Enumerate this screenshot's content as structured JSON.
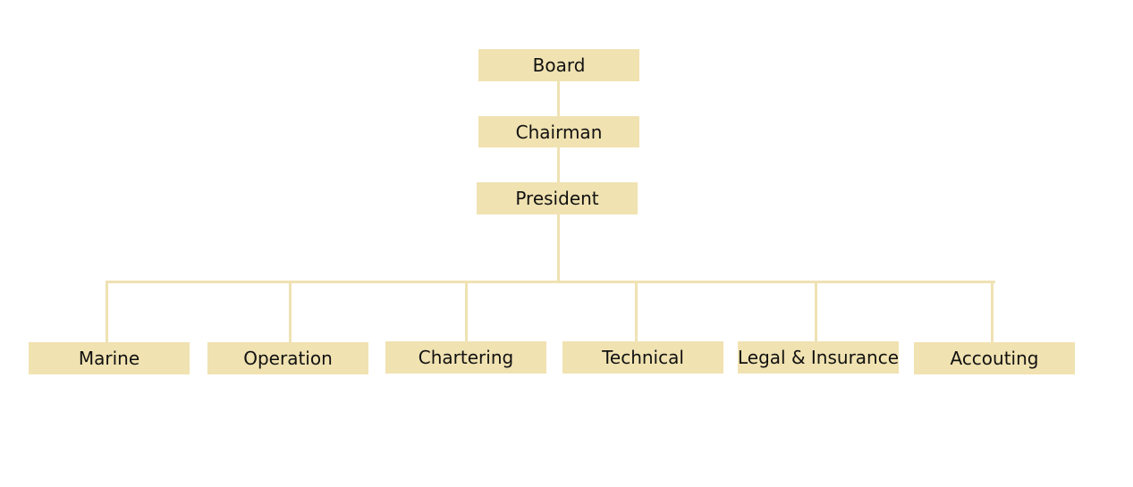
{
  "org_chart": {
    "colors": {
      "box_fill": "#f0e2b1",
      "connector": "#efe2b3",
      "text": "#111111"
    },
    "board": "Board",
    "chairman": "Chairman",
    "president": "President",
    "departments": [
      "Marine",
      "Operation",
      "Chartering",
      "Technical",
      "Legal & Insurance",
      "Accouting"
    ]
  }
}
